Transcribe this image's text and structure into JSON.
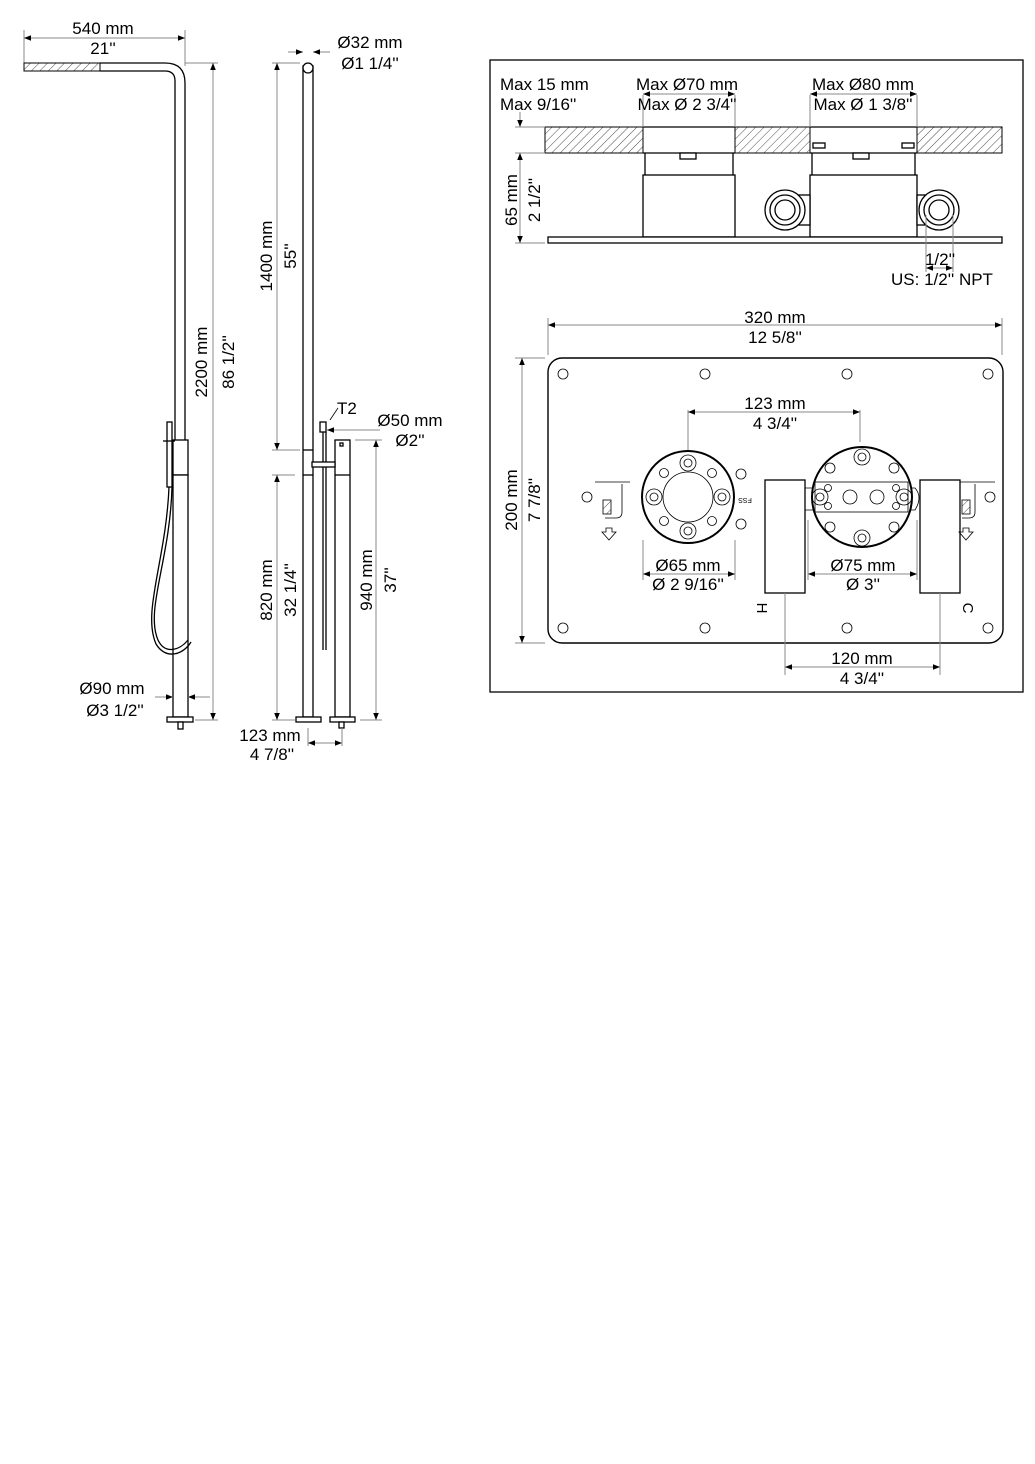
{
  "front_view": {
    "width_mm": "540 mm",
    "width_in": "21''",
    "height_mm": "2200 mm",
    "height_in": "86 1/2''",
    "base_dia_mm": "Ø90 mm",
    "base_dia_in": "Ø3 1/2''"
  },
  "side_view": {
    "pipe_dia_mm": "Ø32 mm",
    "pipe_dia_in": "Ø1 1/4''",
    "upper_mm": "1400 mm",
    "upper_in": "55''",
    "lower_mm": "820 mm",
    "lower_in": "32 1/4''",
    "mixer_label": "T2",
    "mixer_dia_mm": "Ø50 mm",
    "mixer_dia_in": "Ø2''",
    "mixer_height_mm": "940 mm",
    "mixer_height_in": "37''",
    "spacing_mm": "123 mm",
    "spacing_in": "4 7/8''"
  },
  "installation_box": {
    "max_depth_mm": "Max 15 mm",
    "max_depth_in": "Max 9/16''",
    "max_hole1_mm": "Max Ø70 mm",
    "max_hole1_in": "Max Ø 2 3/4''",
    "max_hole2_mm": "Max Ø80 mm",
    "max_hole2_in": "Max Ø 1 3/8''",
    "depth_mm": "65 mm",
    "depth_in": "2 1/2''",
    "thread": "1/2''",
    "thread_us": "US: 1/2'' NPT",
    "plate_width_mm": "320 mm",
    "plate_width_in": "12 5/8''",
    "plate_height_mm": "200 mm",
    "plate_height_in": "7 7/8''",
    "centers_mm": "123 mm",
    "centers_in": "4 3/4''",
    "hole_left_mm": "Ø65 mm",
    "hole_left_in": "Ø 2 9/16''",
    "hole_right_mm": "Ø75 mm",
    "hole_right_in": "Ø 3''",
    "hot_label": "H",
    "cold_label": "C",
    "fss_label": "FSS",
    "inlet_spacing_mm": "120 mm",
    "inlet_spacing_in": "4 3/4''"
  }
}
